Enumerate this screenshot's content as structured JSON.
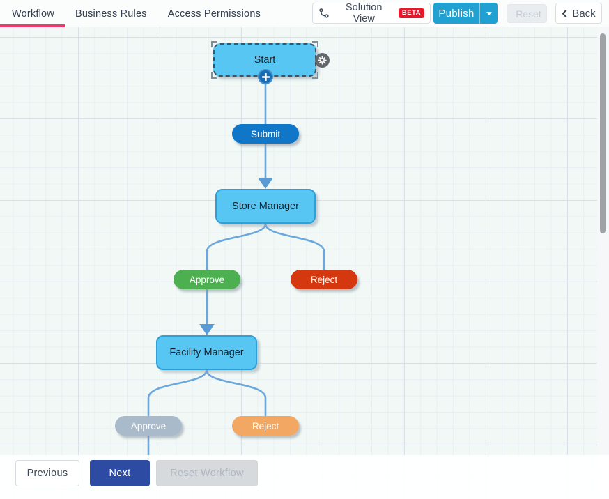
{
  "tabs": [
    {
      "label": "Workflow",
      "active": true
    },
    {
      "label": "Business Rules",
      "active": false
    },
    {
      "label": "Access Permissions",
      "active": false
    }
  ],
  "toolbar": {
    "solution_view_label": "Solution View",
    "beta_badge": "BETA",
    "publish_label": "Publish",
    "reset_label": "Reset",
    "back_label": "Back"
  },
  "workflow": {
    "nodes": {
      "start": {
        "label": "Start",
        "type": "stage",
        "color": "#57c6f3",
        "selected": true
      },
      "submit": {
        "label": "Submit",
        "type": "action",
        "color": "#1077c8"
      },
      "store_manager": {
        "label": "Store Manager",
        "type": "stage",
        "color": "#57c6f3"
      },
      "approve_store": {
        "label": "Approve",
        "type": "action",
        "color": "#4caf50"
      },
      "reject_store": {
        "label": "Reject",
        "type": "action",
        "color": "#d5380f"
      },
      "facility_manager": {
        "label": "Facility Manager",
        "type": "stage",
        "color": "#57c6f3"
      },
      "approve_facility": {
        "label": "Approve",
        "type": "action",
        "color": "#a9bacb"
      },
      "reject_facility": {
        "label": "Reject",
        "type": "action",
        "color": "#f2a862"
      }
    },
    "edges": [
      {
        "from": "start",
        "to": "submit"
      },
      {
        "from": "submit",
        "to": "store_manager"
      },
      {
        "from": "store_manager",
        "to": "approve_store"
      },
      {
        "from": "store_manager",
        "to": "reject_store"
      },
      {
        "from": "approve_store",
        "to": "facility_manager"
      },
      {
        "from": "facility_manager",
        "to": "approve_facility"
      },
      {
        "from": "facility_manager",
        "to": "reject_facility"
      }
    ]
  },
  "footer": {
    "previous_label": "Previous",
    "next_label": "Next",
    "reset_workflow_label": "Reset Workflow"
  },
  "colors": {
    "active_tab_underline": "#ea3a6e",
    "publish_button": "#21a1d1",
    "beta_badge": "#e7182b",
    "next_button": "#2d4ba3",
    "connector": "#6aa7dd",
    "canvas_background": "#f1f8f5",
    "grid_minor": "#e8eff3",
    "grid_major": "#d9e0e7"
  }
}
